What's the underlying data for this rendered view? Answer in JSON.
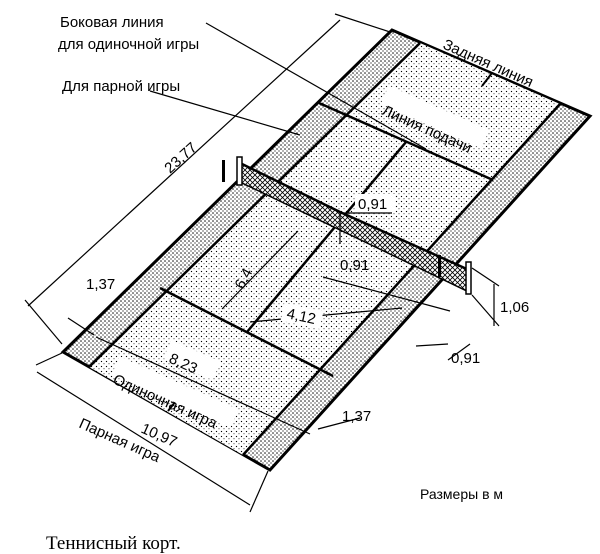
{
  "labels": {
    "singles_sideline_line1": "Боковая линия",
    "singles_sideline_line2": "для одиночной игры",
    "doubles_sideline": "Для парной игры",
    "baseline": "Задняя линия",
    "service_line": "Линия подачи",
    "singles_game": "Одиночная игра",
    "doubles_game": "Парная игра",
    "units_note": "Размеры в м",
    "caption": "Теннисный корт."
  },
  "dimensions": {
    "court_length": "23,77",
    "service_box_length": "6,4",
    "net_height_center": "0,91",
    "post_offset": "0,91",
    "net_height_post": "1,06",
    "post_outside": "0,91",
    "service_box_width": "4,12",
    "alley_width_top": "1,37",
    "singles_width": "8,23",
    "alley_width_bottom": "1,37",
    "doubles_width": "10,97"
  }
}
